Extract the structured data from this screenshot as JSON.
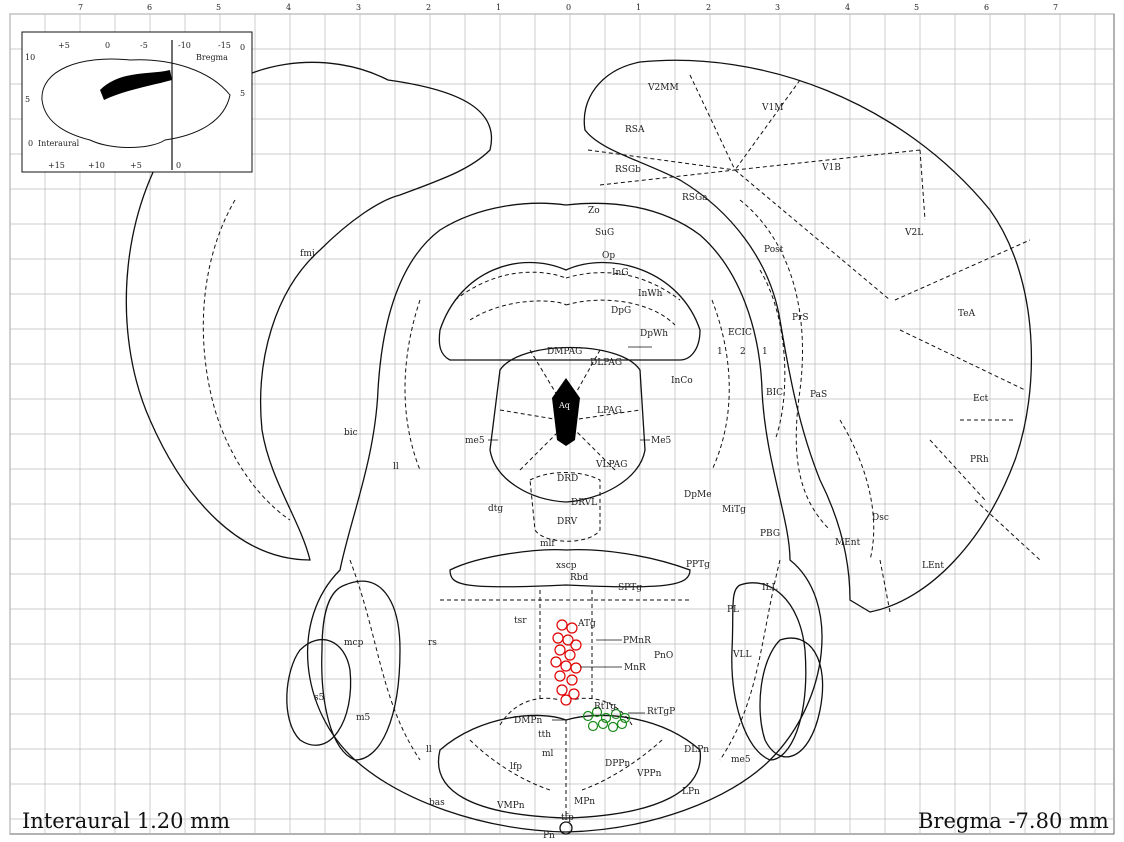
{
  "caption": {
    "left": "Interaural 1.20 mm",
    "right": "Bregma -7.80 mm"
  },
  "inset": {
    "top_ticks": [
      "+5",
      "0",
      "-5",
      "-10",
      "-15"
    ],
    "bottom_ticks": [
      "+15",
      "+10",
      "+5",
      "0"
    ],
    "left_ticks": [
      "10",
      "5"
    ],
    "right_ticks": [
      "0",
      "5"
    ],
    "bregma": "Bregma",
    "interaural_zero": "0",
    "interaural": "Interaural"
  },
  "top_axis": [
    "7",
    "6",
    "5",
    "4",
    "3",
    "2",
    "1",
    "0",
    "1",
    "2",
    "3",
    "4",
    "5",
    "6",
    "7"
  ],
  "labels": {
    "V2MM": "V2MM",
    "V1M": "V1M",
    "RSA": "RSA",
    "V1B": "V1B",
    "RSGb": "RSGb",
    "RSGa": "RSGa",
    "V2L": "V2L",
    "TeA": "TeA",
    "Ect": "Ect",
    "PRh": "PRh",
    "Dsc": "Dsc",
    "MEnt": "MEnt",
    "LEnt": "LEnt",
    "fmj": "fmj",
    "Zo": "Zo",
    "SuG": "SuG",
    "Op": "Op",
    "InG": "InG",
    "InWh": "InWh",
    "DpG": "DpG",
    "DpWh": "DpWh",
    "Post": "Post",
    "PrS": "PrS",
    "PaS": "PaS",
    "BIC": "BIC",
    "ECIC": "ECIC",
    "ECIC_1a": "1",
    "ECIC_2": "2",
    "ECIC_1b": "1",
    "DMPAG": "DMPAG",
    "DLPAG": "DLPAG",
    "Aq": "Aq",
    "LPAG": "LPAG",
    "InCo": "InCo",
    "VLPAG": "VLPAG",
    "me5_left": "me5",
    "Me5": "Me5",
    "bic": "bic",
    "ll_upper": "ll",
    "DRD": "DRD",
    "DRVL": "DRVL",
    "DRV": "DRV",
    "dtg": "dtg",
    "DpMe": "DpMe",
    "MiTg": "MiTg",
    "PBG": "PBG",
    "mlf": "mlf",
    "xscp": "xscp",
    "Rbd": "Rbd",
    "SPTg": "SPTg",
    "PPTg": "PPTg",
    "ILL": "ILL",
    "PL": "PL",
    "VLL": "VLL",
    "tsr": "tsr",
    "rs": "rs",
    "ATg": "ATg",
    "PMnR": "PMnR",
    "MnR": "MnR",
    "PnO": "PnO",
    "mcp": "mcp",
    "s5": "s5",
    "m5": "m5",
    "ll_lower": "ll",
    "RtTg": "RtTg",
    "RtTgP": "RtTgP",
    "DMPn": "DMPn",
    "tth": "tth",
    "ml": "ml",
    "lfp": "lfp",
    "DPPn": "DPPn",
    "VPPn": "VPPn",
    "DLPn": "DLPn",
    "LPn": "LPn",
    "me5_right": "me5",
    "bas": "bas",
    "VMPn": "VMPn",
    "MPn": "MPn",
    "tfp": "tfp",
    "Pn": "Pn"
  },
  "colors": {
    "marker_red": "#e00000",
    "marker_green": "#1a8a1a",
    "aqueduct": "#000000"
  }
}
